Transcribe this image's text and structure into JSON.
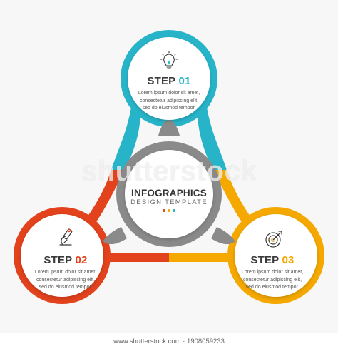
{
  "colors": {
    "step1": "#27b4c9",
    "step2": "#e2421c",
    "step3": "#f5a800",
    "center": "#8a8a8a"
  },
  "steps": [
    {
      "prefix": "STEP ",
      "number": "01",
      "icon": "lightbulb-icon",
      "lines": [
        "Lorem ipsum dolor sit amet,",
        "consectetur adipiscing elit,",
        "sed do eiusmod tempor."
      ]
    },
    {
      "prefix": "STEP ",
      "number": "02",
      "icon": "microscope-icon",
      "lines": [
        "Lorem ipsum dolor sit amet,",
        "consectetur adipiscing elit,",
        "sed do eiusmod tempor."
      ]
    },
    {
      "prefix": "STEP ",
      "number": "03",
      "icon": "target-icon",
      "lines": [
        "Lorem ipsum dolor sit amet,",
        "consectetur adipiscing elit,",
        "sed do eiusmod tempor."
      ]
    }
  ],
  "center": {
    "title": "INFOGRAPHICS",
    "subtitle": "DESIGN TEMPLATE"
  },
  "watermark": "shutterstock",
  "footer": "www.shutterstock.com · 1908059233"
}
